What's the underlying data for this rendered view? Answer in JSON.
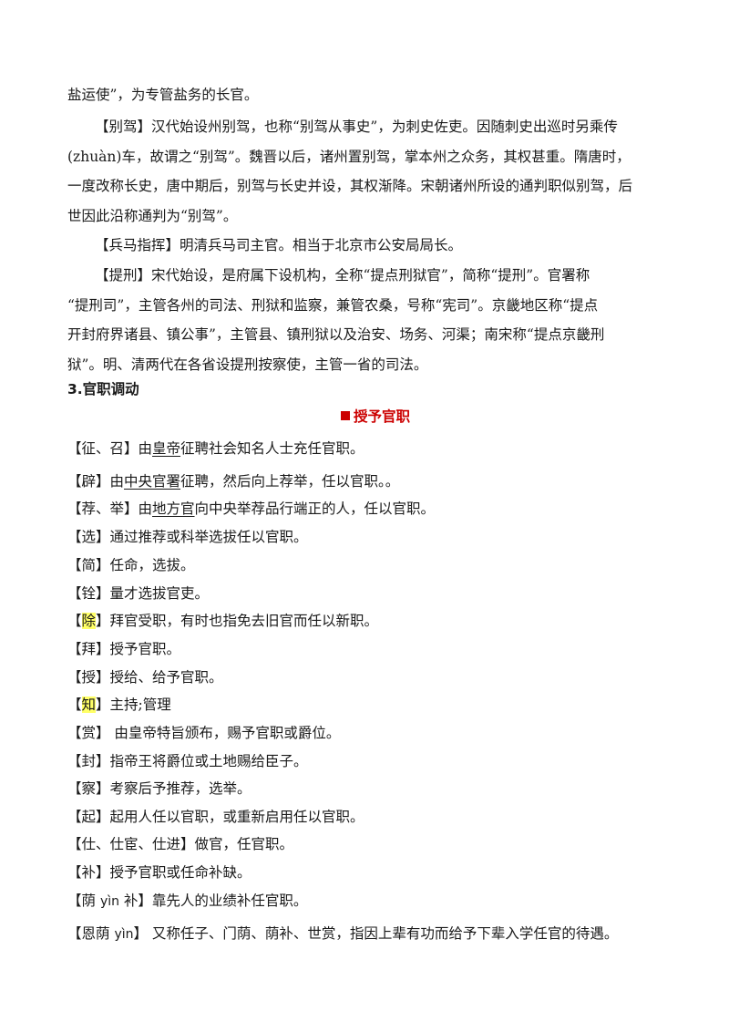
{
  "para_intro": {
    "l1": "盐运使”，为专管盐务的长官。"
  },
  "biejia": {
    "l1": "【别驾】汉代始设州别驾，也称“别驾从事史”，为刺史佐吏。因随刺史出巡时另乘传",
    "l2": "(zhuàn)车，故谓之“别驾”。魏晋以后，诸州置别驾，掌本州之众务，其权甚重。隋唐时，",
    "l3": "一度改称长史，唐中期后，别驾与长史并设，其权渐降。宋朝诸州所设的通判职似别驾，后",
    "l4": "世因此沿称通判为“别驾”。"
  },
  "bingma": {
    "l1": "【兵马指挥】明清兵马司主官。相当于北京市公安局局长。"
  },
  "tixing": {
    "l1": "【提刑】宋代始设，是府属下设机构，全称“提点刑狱官”，简称“提刑”。官署称",
    "l2": "“提刑司”，主管各州的司法、刑狱和监察，兼管农桑，号称“宪司”。京畿地区称“提点",
    "l3": "开封府界诸县、镇公事”，主管县、镇刑狱以及治安、场务、河渠；南宋称“提点京畿刑",
    "l4": "狱”。明、清两代在各省设提刑按察使，主管一省的司法。"
  },
  "section_title": "3.官职调动",
  "sub_heading": "授予官职",
  "entries": {
    "zheng": {
      "pre": "【征、召】由",
      "u": "皇帝",
      "post": "征聘社会知名人士充任官职。"
    },
    "bi": {
      "pre": "【辟】由",
      "u": "中央官署",
      "post": "征聘，然后向上荐举，任以官职。。"
    },
    "jian": {
      "pre": "【荐、举】由",
      "u": "地方官",
      "post": "向中央举荐品行端正的人，任以官职。"
    },
    "xuan": "【选】通过推荐或科举选拔任以官职。",
    "jian2": "【简】任命，选拔。",
    "quan": "【铨】量才选拔官吏。",
    "chu": {
      "open": "【",
      "hl": "除",
      "post": "】拜官受职，有时也指免去旧官而任以新职。"
    },
    "bai": "【拜】授予官职。",
    "shou": "【授】授给、给予官职。",
    "zhi": {
      "open": "【",
      "hl": "知",
      "post": "】主持;管理"
    },
    "shang": "【赏】 由皇帝特旨颁布，赐予官职或爵位。",
    "feng": "【封】指帝王将爵位或土地赐给臣子。",
    "cha": "【察】考察后予推荐，选举。",
    "qi": "【起】起用人任以官职，或重新启用任以官职。",
    "shi": "【仕、仕宦、仕进】做官，任官职。",
    "bu": "【补】授予官职或任命补缺。",
    "yinbu": {
      "pre": "【荫 ",
      "py": "yìn",
      "post": " 补】靠先人的业绩补任官职。"
    },
    "enyin": {
      "pre": "【恩荫 ",
      "py": "yìn",
      "post": "】 又称任子、门荫、荫补、世赏，指因上辈有功而给予下辈入学任官的待遇。"
    }
  }
}
